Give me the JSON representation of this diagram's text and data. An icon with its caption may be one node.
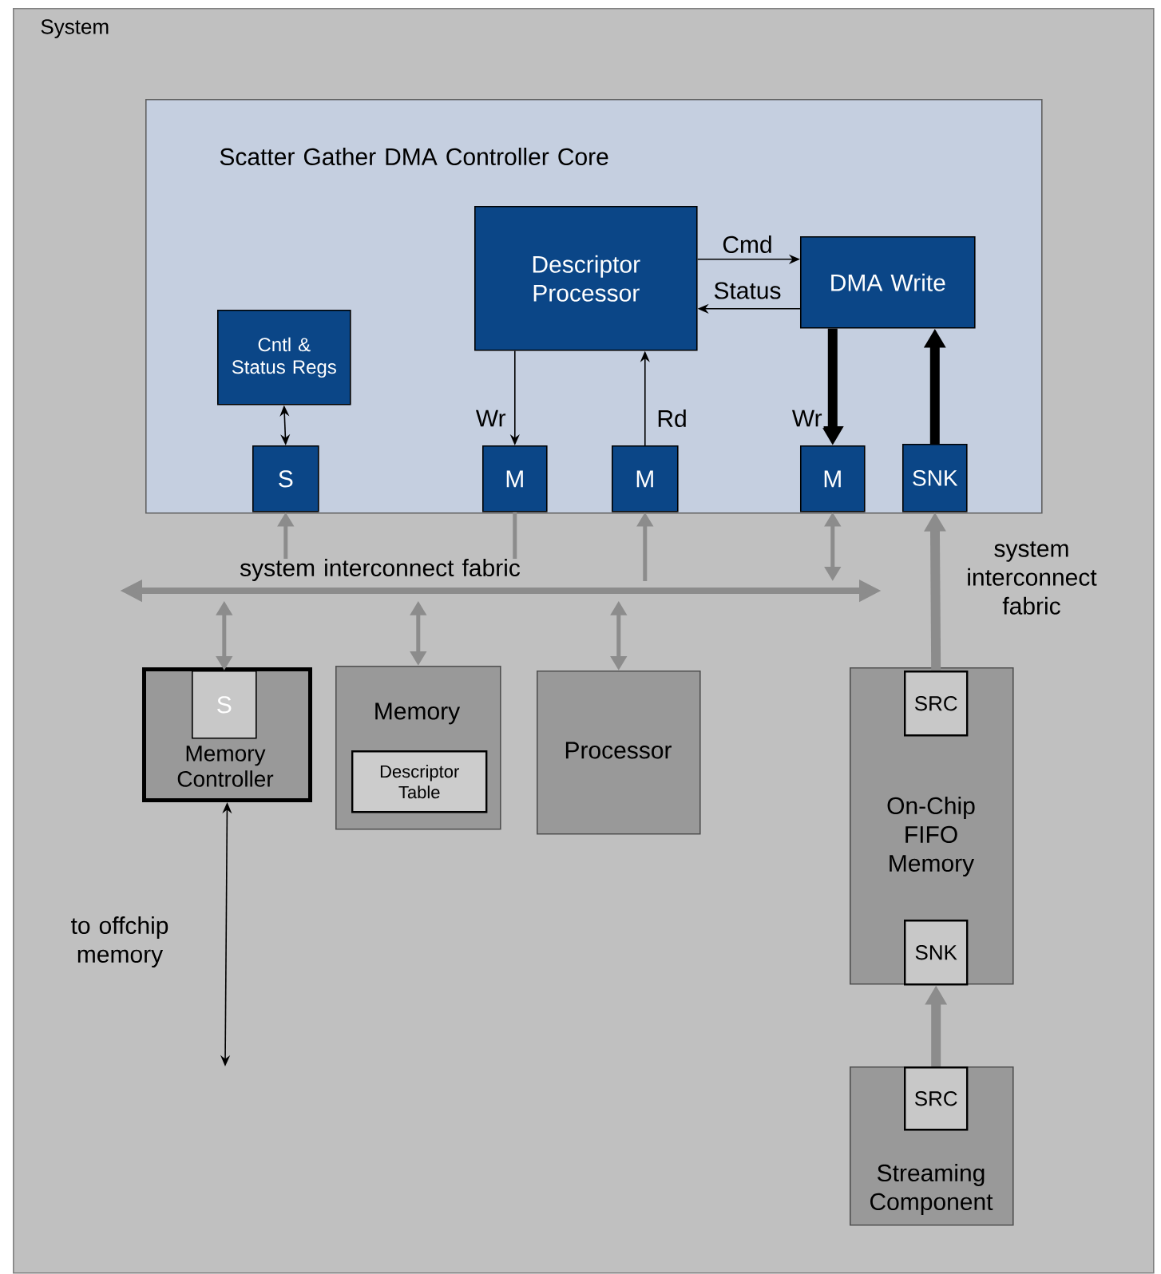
{
  "diagram": {
    "nodes": [
      {
        "text": [
          "System"
        ]
      },
      {
        "text": [
          "Scatter Gather DMA Controller Core"
        ],
        "in": 0
      },
      {
        "text": [
          "Descriptor Processor"
        ],
        "in": 1
      },
      {
        "text": [
          "DMA Write"
        ],
        "in": 1
      },
      {
        "text": [
          "Cntl & Status Regs"
        ],
        "in": 1
      },
      {
        "text": [
          "S"
        ],
        "in": 1
      },
      {
        "text": [
          "M"
        ],
        "in": 1
      },
      {
        "text": [
          "M"
        ],
        "in": 1
      },
      {
        "text": [
          "M"
        ],
        "in": 1
      },
      {
        "text": [
          "SNK"
        ],
        "in": 1
      },
      {
        "text": [],
        "shape": "bar",
        "in": 0
      },
      {
        "text": [
          "Memory Controller"
        ],
        "in": 0
      },
      {
        "text": [
          "S"
        ],
        "in": 11
      },
      {
        "text": [
          "Memory"
        ],
        "in": 0
      },
      {
        "text": [
          "Descriptor Table"
        ],
        "in": 13
      },
      {
        "text": [
          "Processor"
        ],
        "in": 0
      },
      {
        "text": [
          "On-Chip FIFO Memory"
        ],
        "in": 0
      },
      {
        "text": [
          "SRC"
        ],
        "in": 16
      },
      {
        "text": [
          "SNK"
        ],
        "in": 16
      },
      {
        "text": [
          "Streaming Component"
        ],
        "in": 0
      },
      {
        "text": [
          "SRC"
        ],
        "in": 19
      }
    ],
    "edges": [
      {
        "from": 4,
        "to": 5,
        "arrow": "both",
        "color": "#000000"
      },
      {
        "from": 2,
        "to": 6,
        "arrow": "to",
        "label": "Wr",
        "color": "#000000"
      },
      {
        "from": 7,
        "to": 2,
        "arrow": "to",
        "label": "Rd",
        "color": "#000000"
      },
      {
        "from": 2,
        "to": 3,
        "arrow": "to",
        "label": "Cmd",
        "color": "#000000"
      },
      {
        "from": 3,
        "to": 2,
        "arrow": "to",
        "label": "Status",
        "color": "#000000"
      },
      {
        "from": 3,
        "to": 8,
        "arrow": "to",
        "label": "Wr",
        "style": "thick",
        "color": "#000000"
      },
      {
        "from": 9,
        "to": 3,
        "arrow": "to",
        "style": "thick",
        "color": "#000000"
      },
      {
        "from": 10,
        "to": 5,
        "arrow": "to"
      },
      {
        "from": 6,
        "to": 10,
        "arrow": "none"
      },
      {
        "from": 10,
        "to": 7,
        "arrow": "to"
      },
      {
        "from": 8,
        "to": 10,
        "arrow": "both"
      },
      {
        "from": 17,
        "to": 9,
        "arrow": "to",
        "style": "thick"
      },
      {
        "from": 10,
        "to": 12,
        "arrow": "both"
      },
      {
        "from": 10,
        "to": 13,
        "arrow": "both"
      },
      {
        "from": 10,
        "to": 15,
        "arrow": "both"
      },
      {
        "from": 20,
        "to": 18,
        "arrow": "to",
        "style": "thick"
      },
      {
        "from": 11,
        "to": null,
        "arrow": "both",
        "label": "to offchip memory",
        "color": "#000000"
      }
    ],
    "labels": [
      "system interconnect fabric",
      "system interconnect fabric"
    ]
  }
}
